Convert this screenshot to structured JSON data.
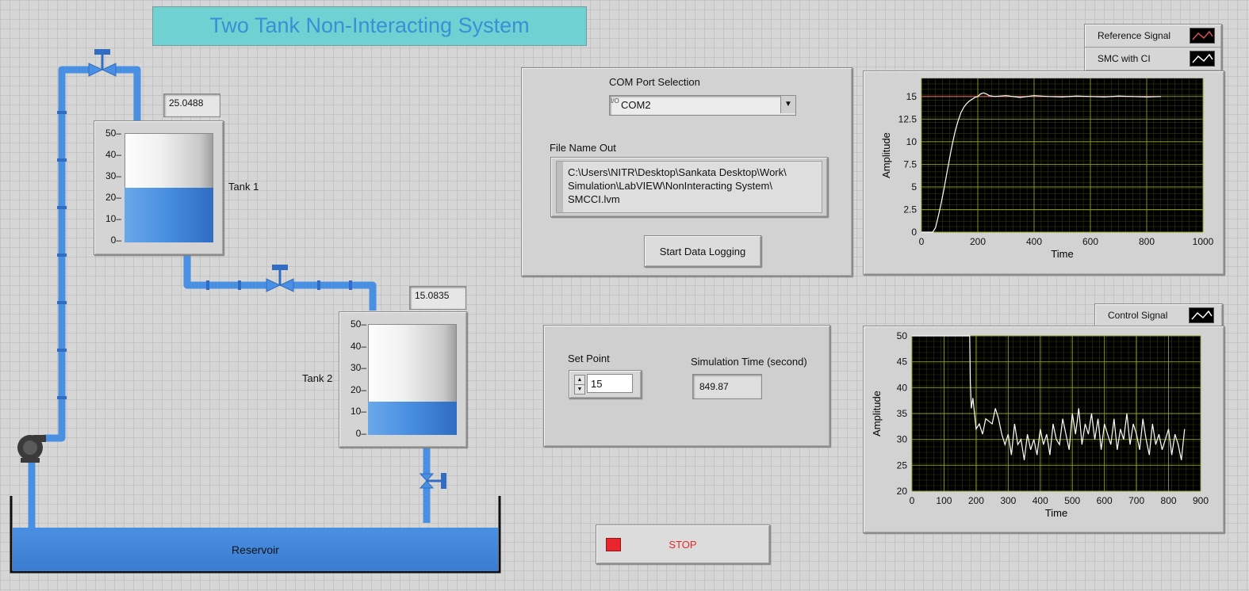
{
  "title": "Two Tank Non-Interacting System",
  "tank1": {
    "label": "Tank 1",
    "value": "25.0488",
    "level": 25.0488,
    "max": 50,
    "scale": [
      "50",
      "40",
      "30",
      "20",
      "10",
      "0"
    ]
  },
  "tank2": {
    "label": "Tank 2",
    "value": "15.0835",
    "level": 15.0835,
    "max": 50,
    "scale": [
      "50",
      "40",
      "30",
      "20",
      "10",
      "0"
    ]
  },
  "reservoir": {
    "label": "Reservoir"
  },
  "com": {
    "label": "COM Port Selection",
    "value": "COM2",
    "io_glyph": "I/O"
  },
  "file": {
    "label": "File Name Out",
    "path_lines": [
      "C:\\Users\\NITR\\Desktop\\Sankata Desktop\\Work\\",
      "Simulation\\LabVIEW\\NonInteracting System\\",
      "SMCCI.lvm"
    ]
  },
  "start_logging": {
    "label": "Start Data Logging"
  },
  "setpoint": {
    "label": "Set Point",
    "value": "15"
  },
  "simtime": {
    "label": "Simulation Time (second)",
    "value": "849.87"
  },
  "stop": {
    "label": "STOP"
  },
  "colors": {
    "title_bg": "#6fd1d1",
    "title_text": "#3a8fd6",
    "water": "#4a90e2",
    "reference": "#d9534f",
    "signal": "#ffffff",
    "grid": "#8f9f1f",
    "led": "#e8262b"
  },
  "chart_data": [
    {
      "type": "line",
      "legend": [
        {
          "name": "Reference Signal",
          "icon": "red-line-icon"
        },
        {
          "name": "SMC with CI",
          "icon": "white-line-icon"
        }
      ],
      "xlabel": "Time",
      "ylabel": "Amplitude",
      "xlim": [
        0,
        1000
      ],
      "ylim": [
        0,
        17
      ],
      "xticks": [
        "0",
        "200",
        "400",
        "600",
        "800",
        "1000"
      ],
      "yticks": [
        "0",
        "2.5",
        "5",
        "7.5",
        "10",
        "12.5",
        "15"
      ],
      "series": [
        {
          "name": "Reference Signal",
          "color": "#d9534f",
          "x": [
            0,
            850
          ],
          "y": [
            15,
            15
          ]
        },
        {
          "name": "SMC with CI",
          "color": "#ffffff",
          "x": [
            0,
            40,
            50,
            60,
            70,
            80,
            90,
            100,
            110,
            120,
            130,
            140,
            150,
            160,
            170,
            180,
            190,
            200,
            210,
            220,
            230,
            240,
            260,
            300,
            350,
            400,
            450,
            500,
            550,
            600,
            650,
            700,
            750,
            800,
            850
          ],
          "y": [
            0,
            0,
            0.5,
            1.8,
            3.2,
            4.8,
            6.5,
            8.2,
            9.8,
            11.2,
            12.3,
            13.2,
            13.8,
            14.2,
            14.5,
            14.7,
            14.9,
            15.0,
            15.3,
            15.4,
            15.3,
            15.1,
            15.0,
            15.1,
            14.9,
            15.1,
            15.0,
            14.95,
            15.05,
            15.0,
            14.95,
            15.05,
            15.0,
            14.95,
            15.0
          ]
        }
      ]
    },
    {
      "type": "line",
      "legend": [
        {
          "name": "Control Signal",
          "icon": "white-line-icon"
        }
      ],
      "xlabel": "Time",
      "ylabel": "Amplitude",
      "xlim": [
        0,
        900
      ],
      "ylim": [
        20,
        50
      ],
      "xticks": [
        "0",
        "100",
        "200",
        "300",
        "400",
        "500",
        "600",
        "700",
        "800",
        "900"
      ],
      "yticks": [
        "20",
        "25",
        "30",
        "35",
        "40",
        "45",
        "50"
      ],
      "series": [
        {
          "name": "Control Signal",
          "color": "#ffffff",
          "x": [
            0,
            180,
            182,
            185,
            190,
            200,
            210,
            220,
            230,
            250,
            260,
            270,
            280,
            290,
            300,
            310,
            320,
            330,
            340,
            350,
            360,
            370,
            380,
            390,
            400,
            410,
            420,
            430,
            440,
            450,
            460,
            470,
            480,
            490,
            500,
            510,
            520,
            530,
            540,
            550,
            560,
            570,
            580,
            590,
            600,
            610,
            620,
            630,
            640,
            650,
            660,
            670,
            680,
            690,
            700,
            710,
            720,
            730,
            740,
            750,
            760,
            770,
            780,
            790,
            800,
            810,
            820,
            830,
            840,
            850
          ],
          "y": [
            50,
            50,
            41,
            36,
            38,
            32,
            33,
            31,
            34,
            33,
            36,
            34,
            31,
            29,
            31,
            27,
            33,
            29,
            30,
            26,
            31,
            28,
            30,
            27,
            32,
            29,
            31,
            27,
            33,
            30,
            29,
            34,
            31,
            28,
            35,
            31,
            36,
            29,
            33,
            31,
            35,
            30,
            34,
            28,
            33,
            31,
            29,
            34,
            28,
            32,
            30,
            35,
            29,
            33,
            31,
            28,
            34,
            30,
            27,
            33,
            29,
            31,
            28,
            30,
            32,
            27,
            31,
            29,
            26,
            32
          ]
        }
      ]
    }
  ]
}
